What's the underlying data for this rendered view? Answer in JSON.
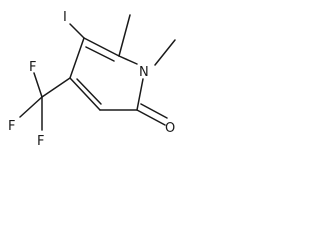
{
  "atoms": {
    "iodine": "I",
    "nitrogen": "N",
    "oxygen": "O",
    "fluorine_top": "F",
    "fluorine_left": "F",
    "fluorine_bottom": "F"
  },
  "colors": {
    "ink": "#1a1a1a",
    "background": "#ffffff"
  }
}
